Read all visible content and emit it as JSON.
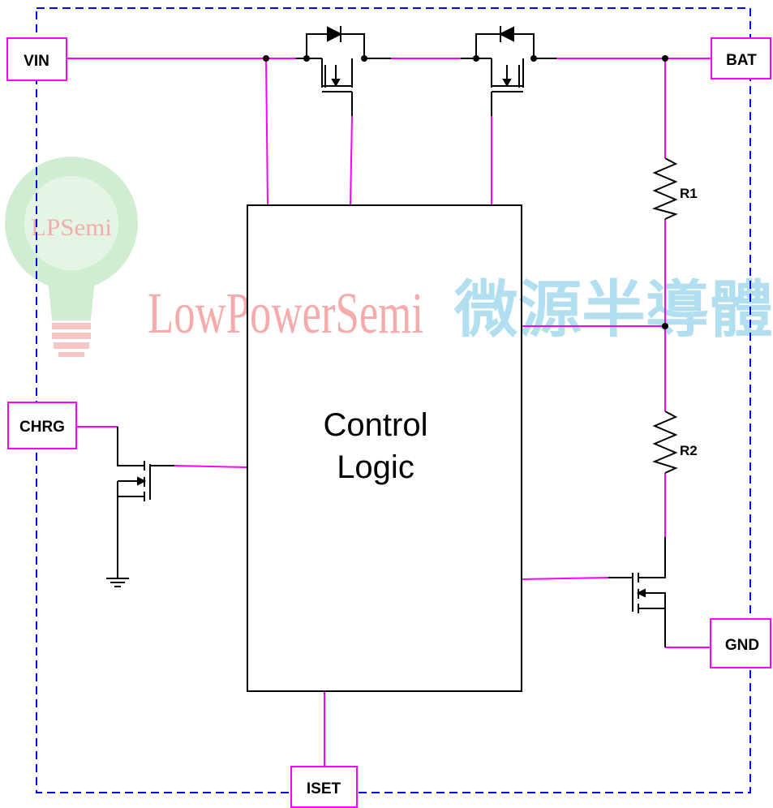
{
  "pins": {
    "vin": "VIN",
    "bat": "BAT",
    "chrg": "CHRG",
    "gnd": "GND",
    "iset": "ISET"
  },
  "resistors": {
    "r1": "R1",
    "r2": "R2"
  },
  "block": {
    "line1": "Control",
    "line2": "Logic"
  },
  "watermark": {
    "bulb_text": "LPSemi",
    "brand": "LowPowerSemi",
    "chinese": "微源半導體"
  },
  "colors": {
    "wire": "#ff00ff",
    "boundary": "#0000ff",
    "component": "#000000",
    "watermark_red": "#f4a3a3",
    "watermark_blue": "#a9dcee",
    "watermark_green": "#cdeccd"
  }
}
